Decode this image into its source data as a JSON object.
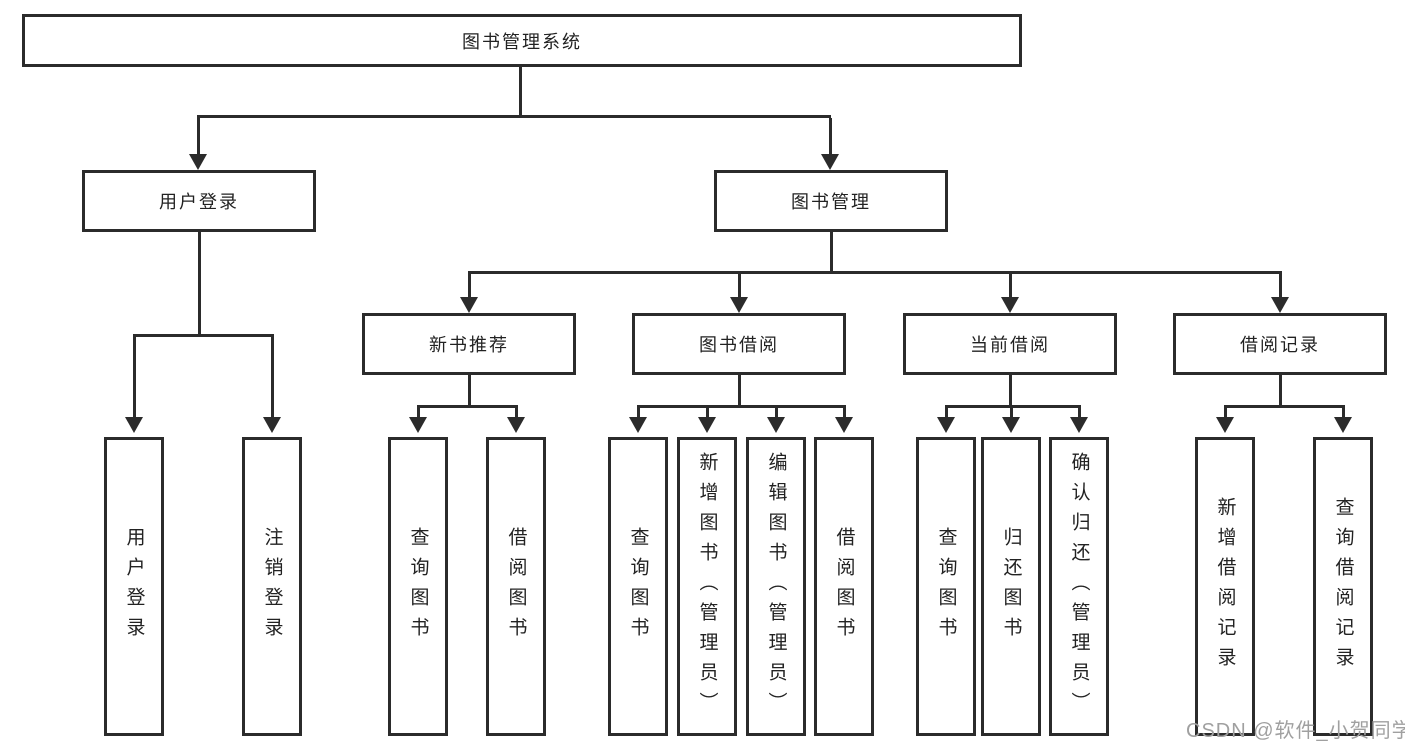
{
  "colors": {
    "line": "#2b2b2b",
    "box_border": "#2b2b2b",
    "text": "#222222",
    "watermark": "#a0a0a0",
    "background": "#ffffff"
  },
  "root": {
    "label": "图书管理系统"
  },
  "level2": [
    {
      "label": "用户登录"
    },
    {
      "label": "图书管理"
    }
  ],
  "level3": [
    {
      "label": "新书推荐"
    },
    {
      "label": "图书借阅"
    },
    {
      "label": "当前借阅"
    },
    {
      "label": "借阅记录"
    }
  ],
  "leaves": {
    "user": [
      "用户登录",
      "注销登录"
    ],
    "newbook": [
      "查询图书",
      "借阅图书"
    ],
    "borrow": [
      "查询图书",
      "新增图书（管理员）",
      "编辑图书（管理员）",
      "借阅图书"
    ],
    "current": [
      "查询图书",
      "归还图书",
      "确认归还（管理员）"
    ],
    "records": [
      "新增借阅记录",
      "查询借阅记录"
    ]
  },
  "watermark": {
    "text": "CSDN @软件_小贺同学"
  }
}
